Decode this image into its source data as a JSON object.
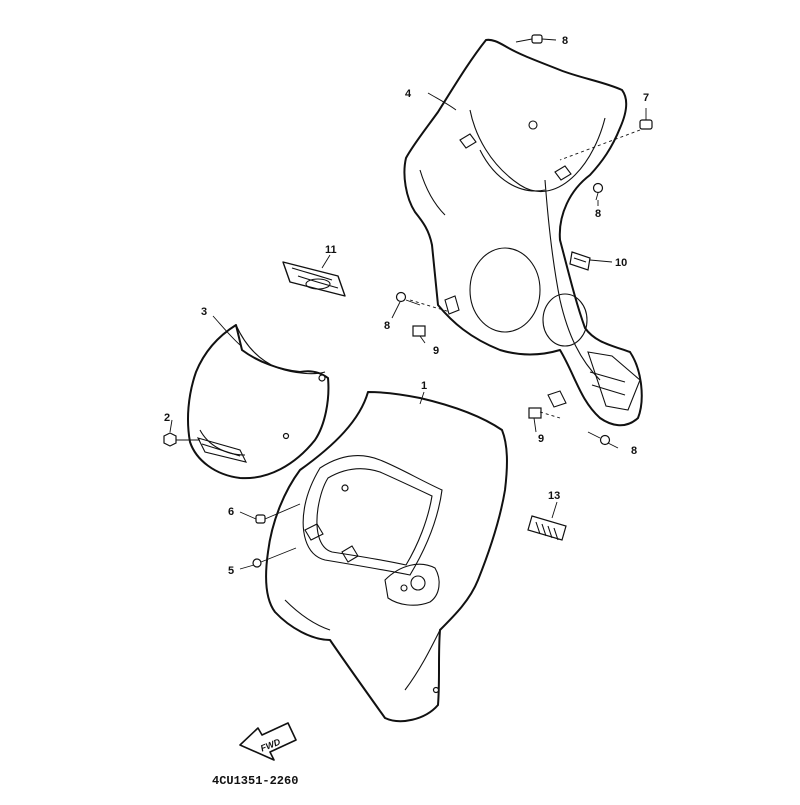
{
  "diagram": {
    "part_code": "4CU1351-2260",
    "direction_label": "FWD",
    "callouts": [
      {
        "id": "c1",
        "label": "1"
      },
      {
        "id": "c2",
        "label": "2"
      },
      {
        "id": "c3",
        "label": "3"
      },
      {
        "id": "c4",
        "label": "4"
      },
      {
        "id": "c5",
        "label": "5"
      },
      {
        "id": "c6",
        "label": "6"
      },
      {
        "id": "c7",
        "label": "7"
      },
      {
        "id": "c8a",
        "label": "8"
      },
      {
        "id": "c8b",
        "label": "8"
      },
      {
        "id": "c8c",
        "label": "8"
      },
      {
        "id": "c8d",
        "label": "8"
      },
      {
        "id": "c9a",
        "label": "9"
      },
      {
        "id": "c9b",
        "label": "9"
      },
      {
        "id": "c10",
        "label": "10"
      },
      {
        "id": "c11",
        "label": "11"
      },
      {
        "id": "c13",
        "label": "13"
      }
    ]
  }
}
